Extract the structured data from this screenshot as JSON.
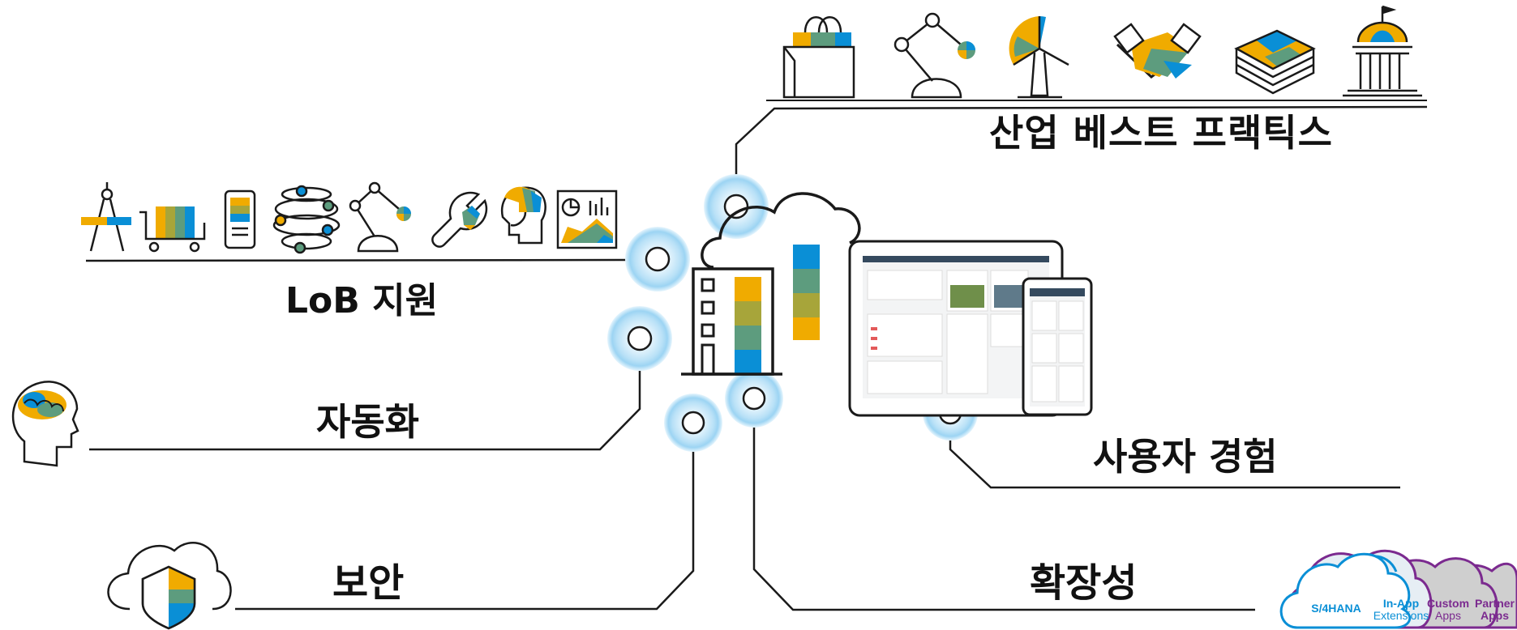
{
  "labels": {
    "industry": "산업 베스트 프랙틱스",
    "lob": "LoB 지원",
    "automation": "자동화",
    "user_experience": "사용자 경험",
    "security": "보안",
    "extensibility": "확장성"
  },
  "ext_clouds": {
    "s4hana": "S/4HANA",
    "inapp_title": "In-App",
    "inapp_sub": "Extensions",
    "custom_title": "Custom",
    "custom_sub": "Apps",
    "partner_title": "Partner",
    "partner_sub": "Apps"
  },
  "colors": {
    "yellow": "#f0ab00",
    "olive": "#a7a53a",
    "teal": "#5d9c7e",
    "blue": "#0a8fd6",
    "light_blue": "#33a8e0",
    "purple": "#7b2a8f",
    "line": "#1a1a1a",
    "halo": "#8fd0f2"
  },
  "icons": {
    "industry": [
      "shopping-bag-icon",
      "robot-arm-icon",
      "wind-turbine-icon",
      "handshake-icon",
      "money-stack-icon",
      "government-building-icon"
    ],
    "lob": [
      "compass-icon",
      "cart-icon",
      "payment-terminal-icon",
      "network-globe-icon",
      "robot-arm-icon",
      "wrench-icon",
      "support-agent-icon",
      "dashboard-chart-icon"
    ]
  }
}
